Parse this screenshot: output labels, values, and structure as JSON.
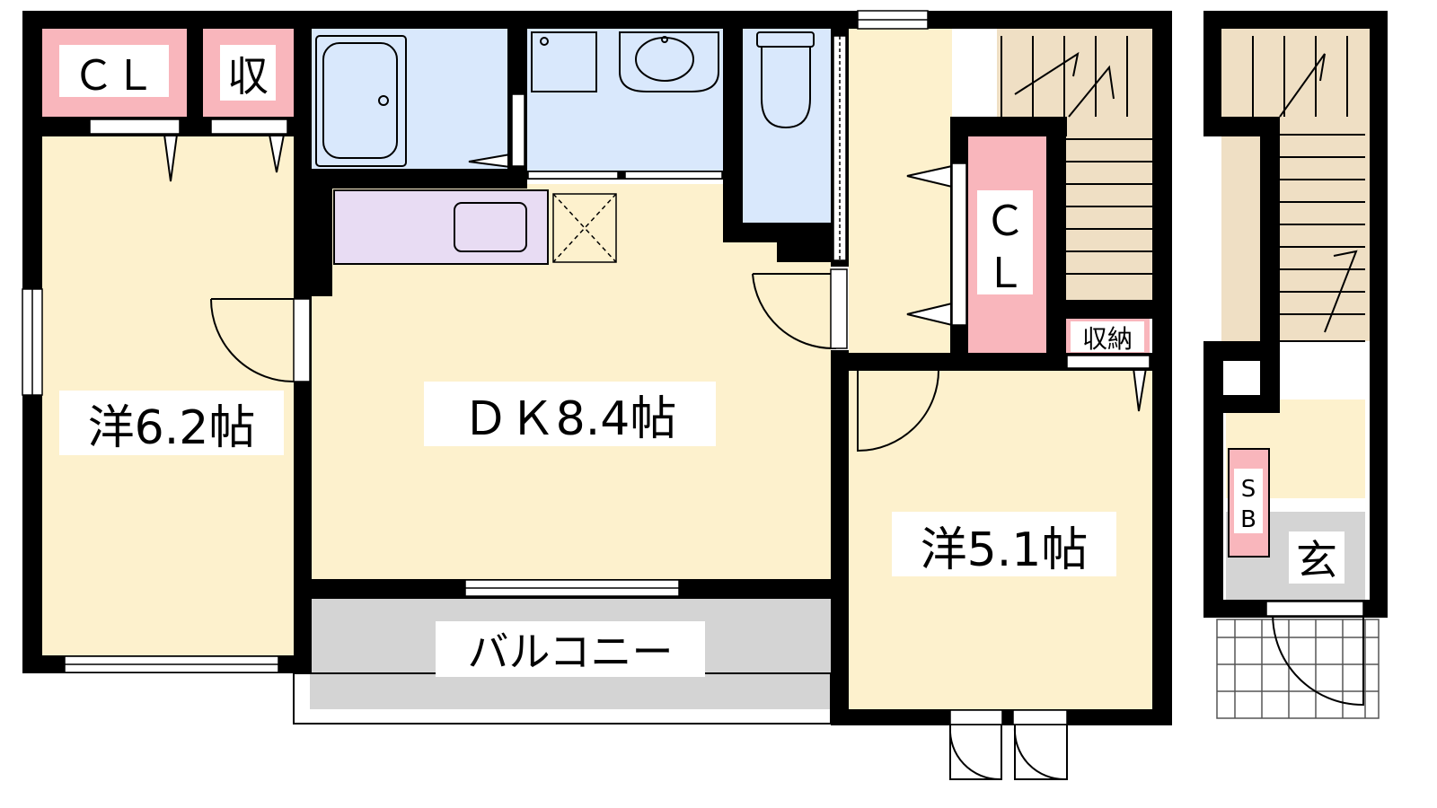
{
  "labels": {
    "room_western_a": "洋6.2帖",
    "room_dk": "ＤＫ8.4帖",
    "room_western_b": "洋5.1帖",
    "balcony": "バルコニー",
    "closet_a": "ＣＬ",
    "storage_a": "収",
    "closet_b_line1": "Ｃ",
    "closet_b_line2": "Ｌ",
    "storage_b": "収納",
    "shoebox_line1": "S",
    "shoebox_line2": "B",
    "entrance": "玄"
  },
  "colors": {
    "room": "#fdf1cd",
    "closet": "#f9b6bc",
    "water": "#d9e8fc",
    "kitchen": "#e8dcf3",
    "stair": "#efdfc4",
    "balcony": "#d4d4d4",
    "wall": "#000000"
  }
}
